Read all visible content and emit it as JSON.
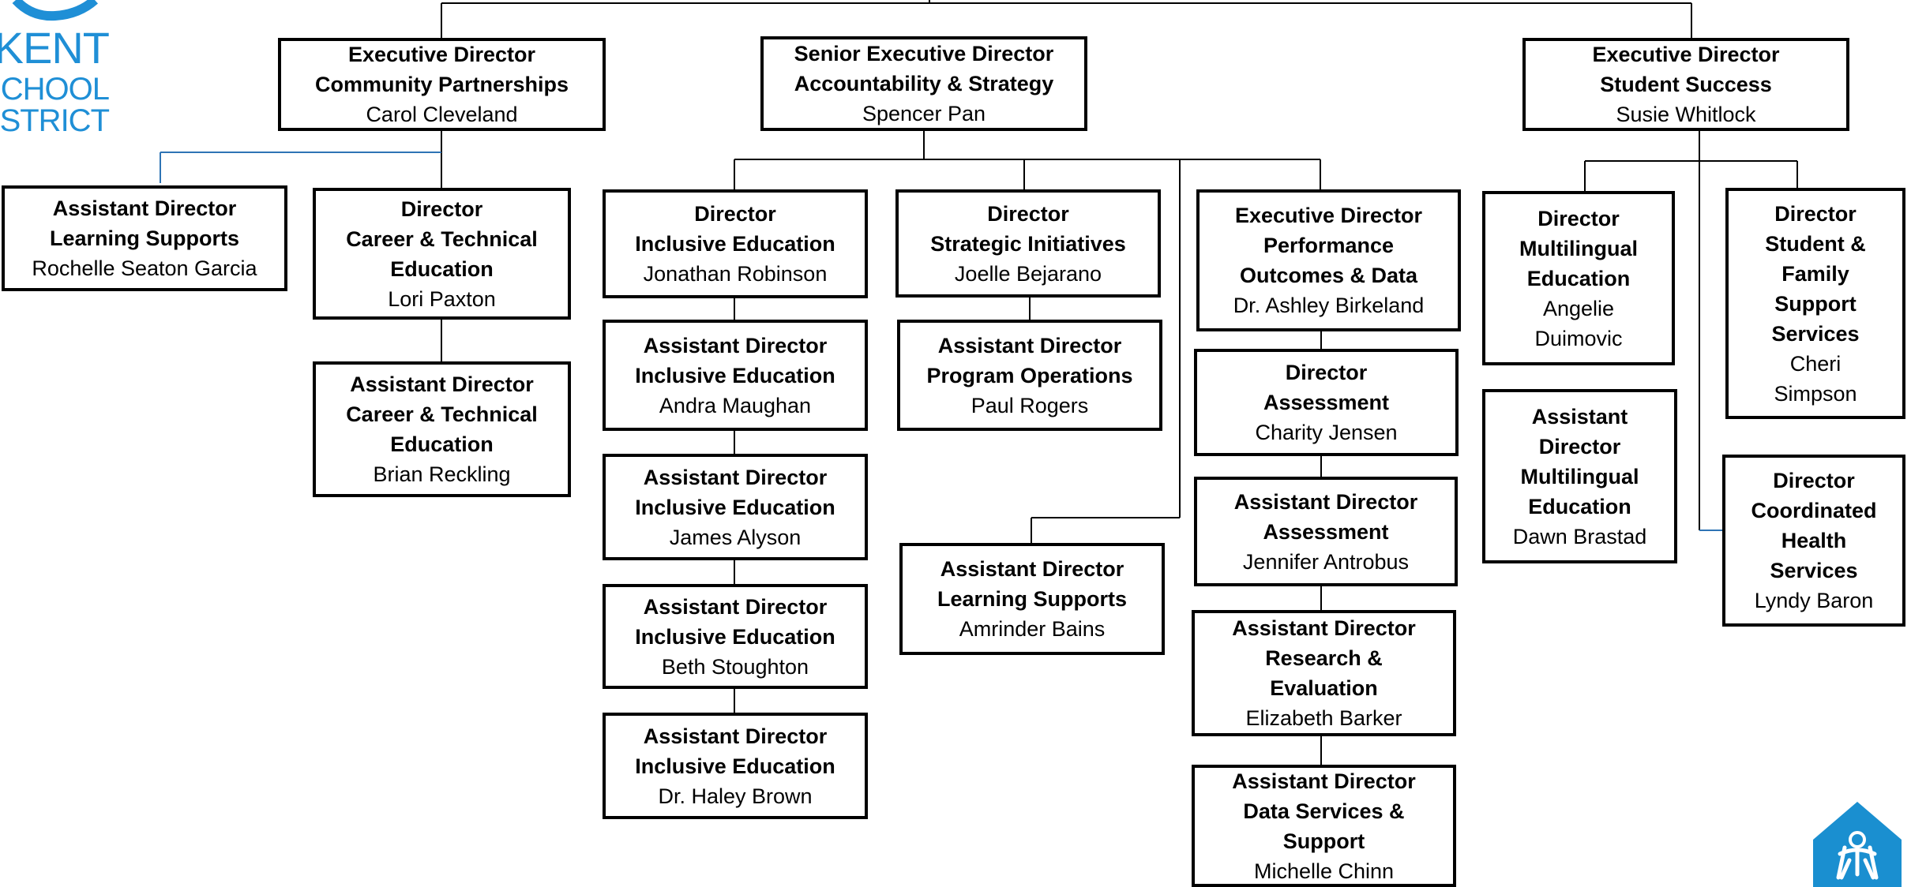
{
  "logo": {
    "lines": [
      "KENT",
      "SCHOOL",
      "DISTRICT"
    ],
    "color": "#1f8fd6"
  },
  "corner_logo": {
    "name": "district-emblem",
    "color": "#1a8fd0"
  },
  "boxes": {
    "cp": {
      "title": "Executive Director\nCommunity Partnerships",
      "name": "Carol Cleveland"
    },
    "sed": {
      "title": "Senior Executive Director\nAccountability & Strategy",
      "name": "Spencer Pan"
    },
    "ss": {
      "title": "Executive Director\nStudent Success",
      "name": "Susie Whitlock"
    },
    "adls": {
      "title": "Assistant Director\nLearning Supports",
      "name": "Rochelle Seaton Garcia"
    },
    "dcte": {
      "title": "Director\nCareer & Technical\nEducation",
      "name": "Lori Paxton"
    },
    "adcte": {
      "title": "Assistant Director\nCareer & Technical\nEducation",
      "name": "Brian Reckling"
    },
    "die": {
      "title": "Director\nInclusive Education",
      "name": "Jonathan Robinson"
    },
    "adie1": {
      "title": "Assistant Director\nInclusive Education",
      "name": "Andra Maughan"
    },
    "adie2": {
      "title": "Assistant Director\nInclusive Education",
      "name": "James  Alyson"
    },
    "adie3": {
      "title": "Assistant Director\nInclusive Education",
      "name": "Beth Stoughton"
    },
    "adie4": {
      "title": "Assistant Director\nInclusive Education",
      "name": "Dr. Haley Brown"
    },
    "dsi": {
      "title": "Director\nStrategic Initiatives",
      "name": "Joelle Bejarano"
    },
    "adpo": {
      "title": "Assistant Director\nProgram Operations",
      "name": "Paul Rogers"
    },
    "adls2": {
      "title": "Assistant Director\nLearning Supports",
      "name": "Amrinder Bains"
    },
    "edpo": {
      "title": "Executive Director\nPerformance\nOutcomes & Data",
      "name": "Dr. Ashley Birkeland"
    },
    "da": {
      "title": "Director\nAssessment",
      "name": "Charity Jensen"
    },
    "ada": {
      "title": "Assistant Director\nAssessment",
      "name": "Jennifer Antrobus"
    },
    "adre": {
      "title": "Assistant Director\nResearch &\nEvaluation",
      "name": "Elizabeth Barker"
    },
    "adds": {
      "title": "Assistant Director\nData Services &\nSupport",
      "name": "Michelle Chinn"
    },
    "dme": {
      "title": "Director\nMultilingual\nEducation",
      "name": "Angelie\nDuimovic"
    },
    "adme": {
      "title": "Assistant\nDirector\nMultilingual\nEducation",
      "name": "Dawn Brastad"
    },
    "dsf": {
      "title": "Director\nStudent &\nFamily\nSupport\nServices",
      "name": "Cheri\nSimpson"
    },
    "dch": {
      "title": "Director\nCoordinated\nHealth\nServices",
      "name": "Lyndy Baron"
    }
  }
}
